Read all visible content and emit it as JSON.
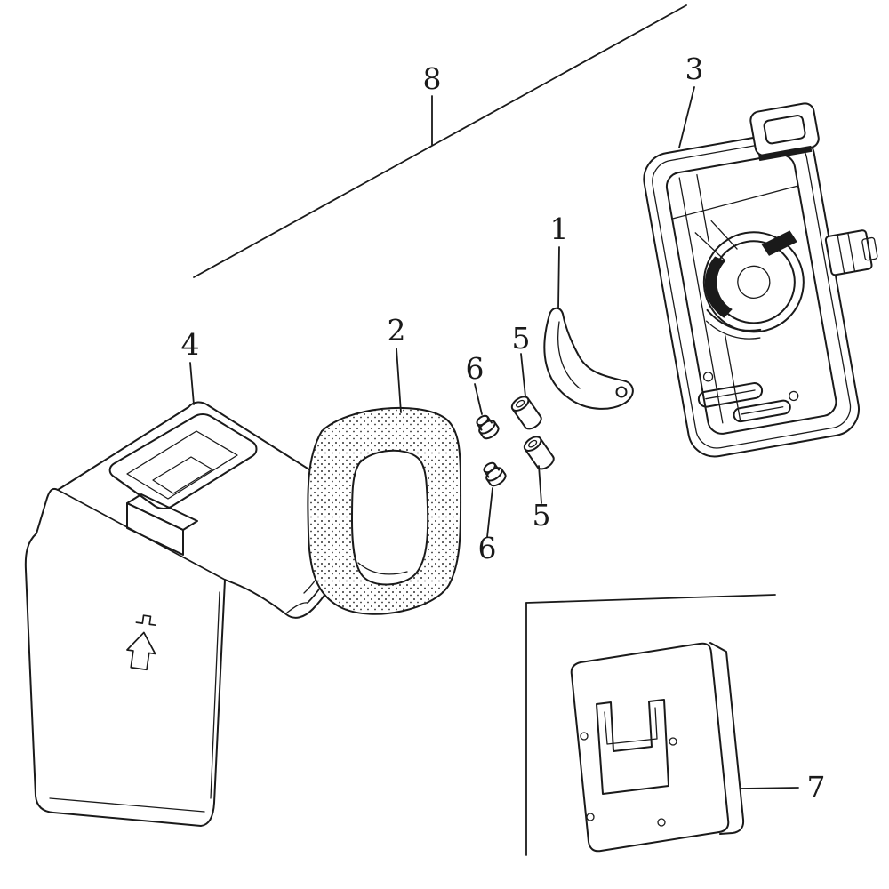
{
  "diagram": {
    "labels": {
      "part1": "1",
      "part2": "2",
      "part3": "3",
      "part4": "4",
      "part5_upper": "5",
      "part5_lower": "5",
      "part6_upper": "6",
      "part6_lower": "6",
      "part7": "7",
      "part8": "8"
    }
  },
  "colors": {
    "line": "#1a1a1a",
    "background": "#ffffff"
  }
}
